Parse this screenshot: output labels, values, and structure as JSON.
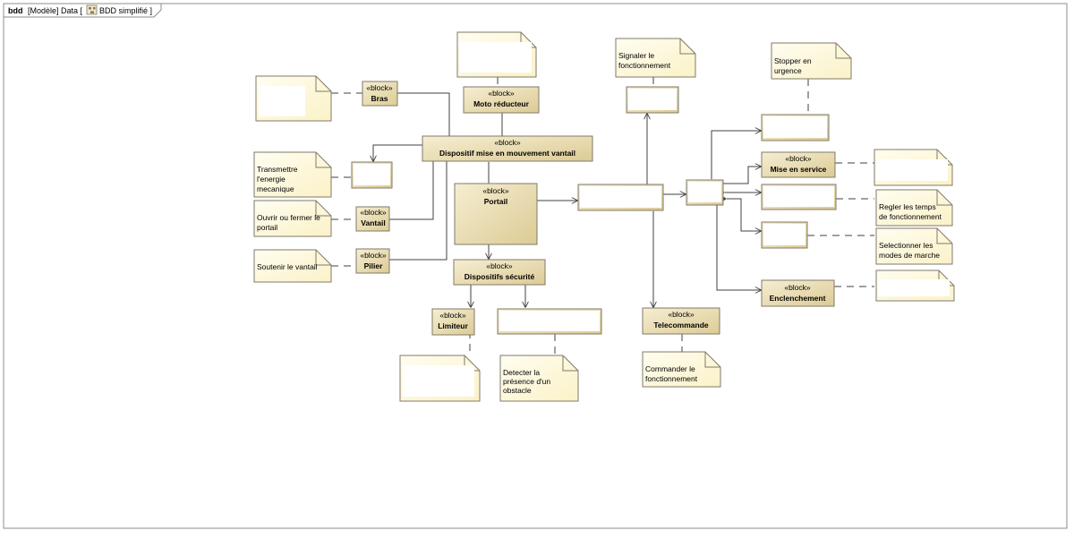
{
  "frame": {
    "kind": "bdd",
    "label": "[Modèle] Data [",
    "diagram_name": "BDD simplifié ]"
  },
  "icons": {
    "diagram": "diagram-icon"
  },
  "colors": {
    "block_fill": "#ecdfb6",
    "note_fill": "#fffbe1",
    "border": "#7f7a6a",
    "line": "#404040"
  },
  "stereotype": "«block»",
  "blocks": {
    "bras": "Bras",
    "moto": "Moto réducteur",
    "dispositif": "Dispositif mise en mouvement  vantail",
    "portail": "Portail",
    "vantail": "Vantail",
    "pilier": "Pilier",
    "securite": "Dispositifs sécurité",
    "limiteur": "Limiteur",
    "telecommande": "Telecommande",
    "mise_service": "Mise en service",
    "enclenchement": "Enclenchement"
  },
  "notes": {
    "transmettre": [
      "Transmettre",
      "l'energie",
      "mecanique"
    ],
    "ouvrir": [
      "Ouvrir ou fermer le",
      "portail"
    ],
    "soutenir": [
      "Soutenir le vantail"
    ],
    "signaler": [
      "Signaler le",
      "fonctionnement"
    ],
    "stopper": [
      "Stopper en",
      "urgence"
    ],
    "regler": [
      "Regler les temps",
      "de fonctionnement"
    ],
    "selectionner": [
      "Selectionner les",
      "modes de marche"
    ],
    "detecter": [
      "Detecter la",
      "présence d'un",
      "obstacle"
    ],
    "commander": [
      "Commander le",
      "fonctionnement"
    ]
  }
}
